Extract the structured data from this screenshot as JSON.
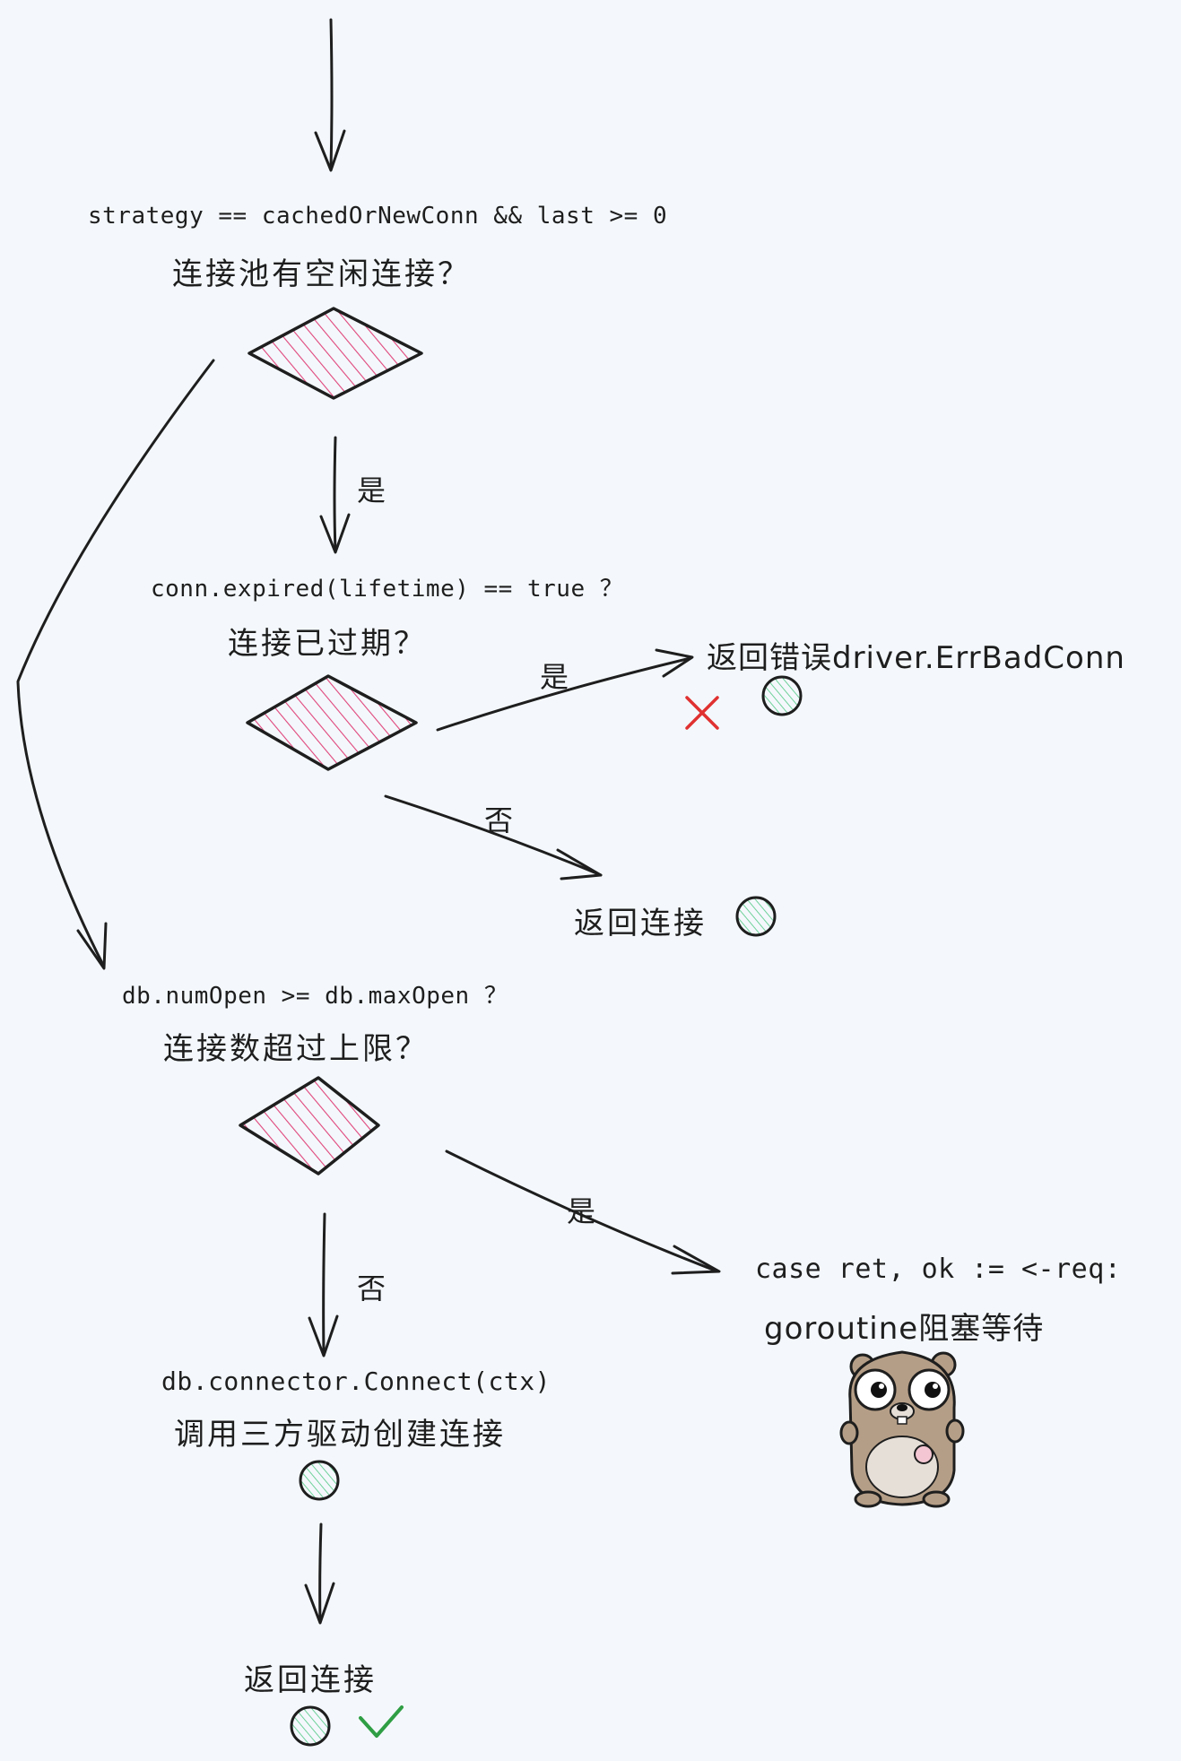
{
  "node1": {
    "condition": "strategy == cachedOrNewConn && last >= 0",
    "title": "连接池有空闲连接？"
  },
  "edge1_yes": "是",
  "node2": {
    "condition": "conn.expired(lifetime) == true ？",
    "title": "连接已过期？"
  },
  "edge2_yes": "是",
  "edge2_no": "否",
  "result_error": "返回错误driver.ErrBadConn",
  "result_return": "返回连接",
  "node3": {
    "condition": "db.numOpen >= db.maxOpen ？",
    "title": "连接数超过上限？"
  },
  "edge3_yes": "是",
  "edge3_no": "否",
  "wait_box": {
    "code": "case ret, ok := <-req:",
    "text": "goroutine阻塞等待"
  },
  "connect_box": {
    "code": "db.connector.Connect(ctx)",
    "text": "调用三方驱动创建连接"
  },
  "final_return": "返回连接",
  "colors": {
    "background": "#f4f8fc",
    "stroke": "#1e1e1e",
    "diamond_hatch": "#e0457b",
    "circle_hatch": "#6fd19a",
    "cross": "#e03131",
    "check": "#2f9e44",
    "gopher_body": "#b59e87"
  },
  "icons": [
    "cross-icon",
    "check-icon",
    "status-circle-icon",
    "gopher-mascot"
  ]
}
